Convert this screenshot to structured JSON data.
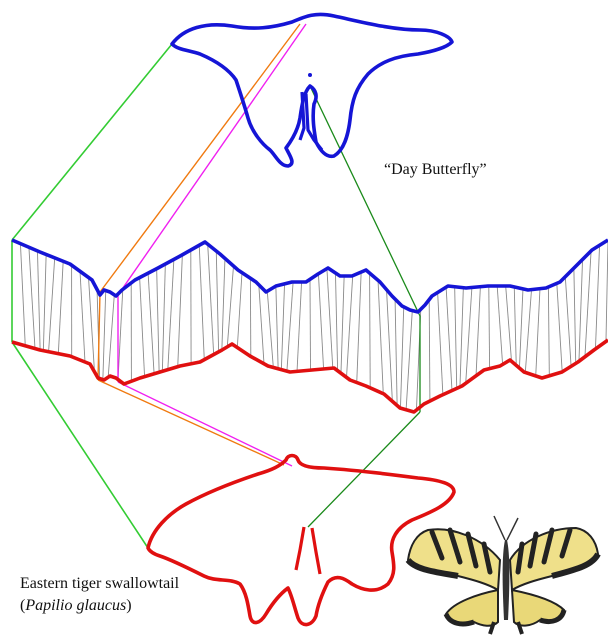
{
  "captions": {
    "day_butterfly": "“Day Butterfly”",
    "eastern_line1": "Eastern tiger swallowtail",
    "sci_open": "(",
    "sci_name": "Papilio glaucus",
    "sci_close": ")"
  },
  "colors": {
    "top_shape": "#1515d6",
    "bottom_shape": "#e01010",
    "green_link": "#33cc33",
    "dark_green_link": "#1a8a1a",
    "orange_link": "#f07a10",
    "magenta_link": "#f020f0",
    "correspondence": "#8a8a8a",
    "butterfly_yellow": "#efe08a",
    "butterfly_black": "#222222"
  },
  "icons": {
    "photo": "tiger-swallowtail-photo",
    "top_shape": "day-butterfly-outline",
    "bottom_shape": "tiger-swallowtail-outline"
  }
}
